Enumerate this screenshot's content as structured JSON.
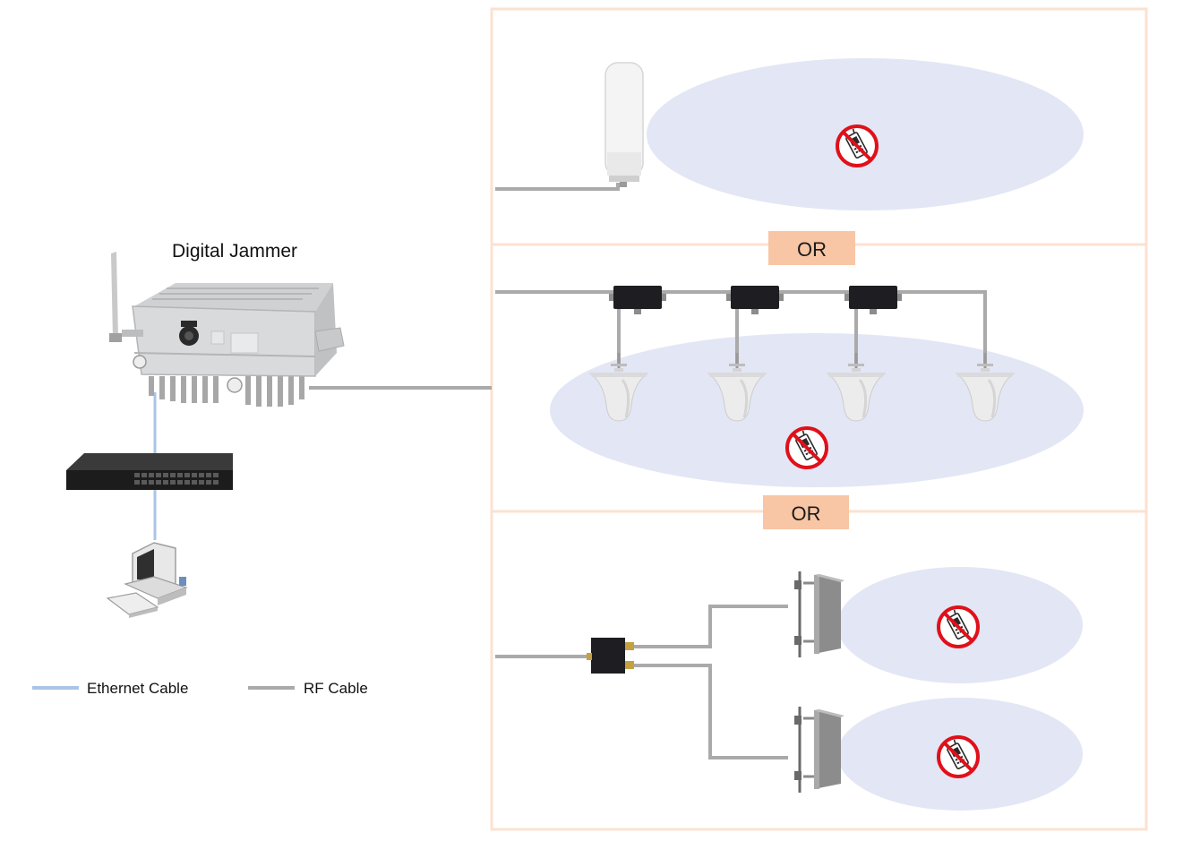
{
  "diagram": {
    "title": "Digital Jammer",
    "or_label_1": "OR",
    "or_label_2": "OR",
    "legend": {
      "ethernet": "Ethernet Cable",
      "rf": "RF Cable"
    },
    "colors": {
      "ethernet_cable": "#aac4e6",
      "rf_cable": "#aaaaaa",
      "panel_border": "#fbe2d0",
      "coverage_zone": "#e3e6f4",
      "or_badge": "#f8c6a4",
      "no_phone_red": "#e0101a",
      "splitter": "#1e1e22"
    },
    "icons": {
      "jammer": "jammer-device-icon",
      "switch": "network-switch-icon",
      "computer": "computer-icon",
      "omni_antenna": "omni-antenna-icon",
      "ceiling_antenna": "ceiling-antenna-icon",
      "panel_antenna": "panel-antenna-icon",
      "splitter": "splitter-icon",
      "no_phone": "no-phone-icon"
    }
  }
}
